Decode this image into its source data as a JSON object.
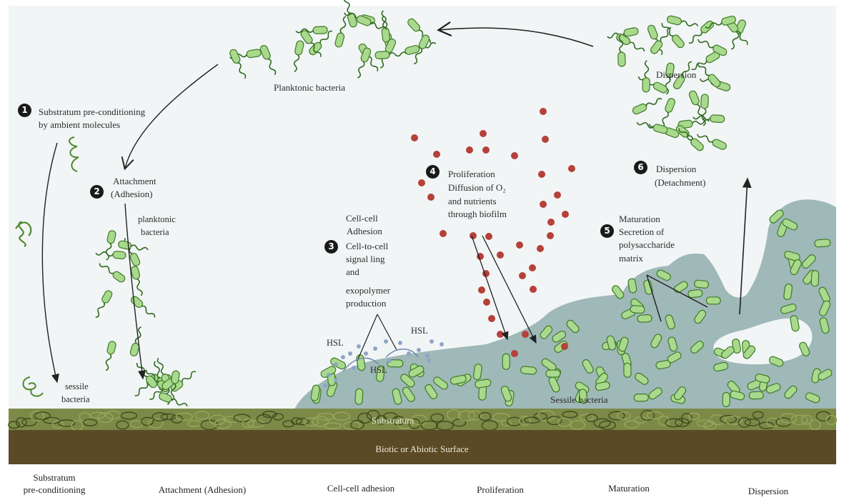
{
  "labels": {
    "planktonic_top": "Planktonic bacteria",
    "dispersion_top": "Dispersion",
    "step1_line1": "Substratum pre-conditioning",
    "step1_line2": "by ambient molecules",
    "step2_line1": "Attachment",
    "step2_line2": "(Adhesion)",
    "planktonic_line1": "planktonic",
    "planktonic_line2": "bacteria",
    "step3_lines": [
      "Cell-cell",
      "Adhesion",
      "Cell-to-cell",
      "signal ling",
      "and",
      "exopolymer",
      "production"
    ],
    "step4_line1": "Proliferation",
    "step4_line2": "Diffusion of O₂",
    "step4_line3": "and nutrients",
    "step4_line4": "through biofilm",
    "step5_line1": "Maturation",
    "step5_line2": "Secretion of",
    "step5_line3": "polysaccharide",
    "step5_line4": "matrix",
    "step6_line1": "Dispersion",
    "step6_line2": "(Detachment)",
    "hsl_left": "HSL",
    "hsl_mid": "HSL",
    "hsl_right": "HSL",
    "sessile_left_line1": "sessile",
    "sessile_left_line2": "bacteria",
    "sessile_right": "Sessile bacteria",
    "substratum": "Substratum",
    "surface": "Biotic or Abiotic Surface"
  },
  "badges": [
    "1",
    "2",
    "3",
    "4",
    "5",
    "6"
  ],
  "stages": [
    {
      "line1": "Substratum",
      "line2": "pre-conditioning"
    },
    {
      "line1": "",
      "line2": "Attachment (Adhesion)"
    },
    {
      "line1": "",
      "line2": "Cell-cell adhesion"
    },
    {
      "line1": "",
      "line2": "Proliferation"
    },
    {
      "line1": "",
      "line2": "Maturation"
    },
    {
      "line1": "",
      "line2": "Dispersion"
    }
  ],
  "colors": {
    "background": "#f2f5f6",
    "bacteria_fill": "#a9d98c",
    "bacteria_stroke": "#3f7a2a",
    "matrix": "#9fb8b8",
    "nutrient_dots": "#b5413a",
    "signal_dots": "#8fa4c8",
    "surface": "#5a4a26",
    "substratum": "#6b7a3a"
  }
}
